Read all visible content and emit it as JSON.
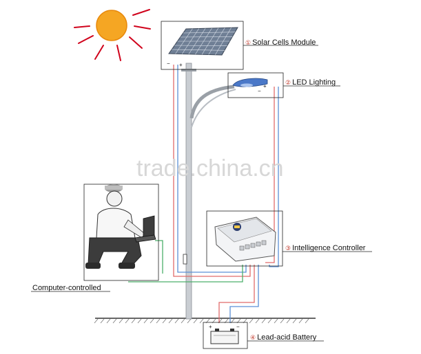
{
  "components": [
    {
      "number": "①",
      "label": "Solar Cells Module"
    },
    {
      "number": "②",
      "label": "LED Lighting"
    },
    {
      "number": "③",
      "label": "Intelligence Controller"
    },
    {
      "number": "④",
      "label": "Lead-acid Battery"
    }
  ],
  "computer_label": "Computer-controlled",
  "watermark": "trade.china.cn",
  "polarity": {
    "plus": "+",
    "minus": "−"
  },
  "colors": {
    "sun": "#f5a623",
    "sun_rays": "#d0021b",
    "wire_red": "#e06b6b",
    "wire_blue": "#5b8fd6",
    "wire_green": "#4caf6a",
    "panel": "#6f7f95",
    "led_head": "#4a78c8"
  }
}
